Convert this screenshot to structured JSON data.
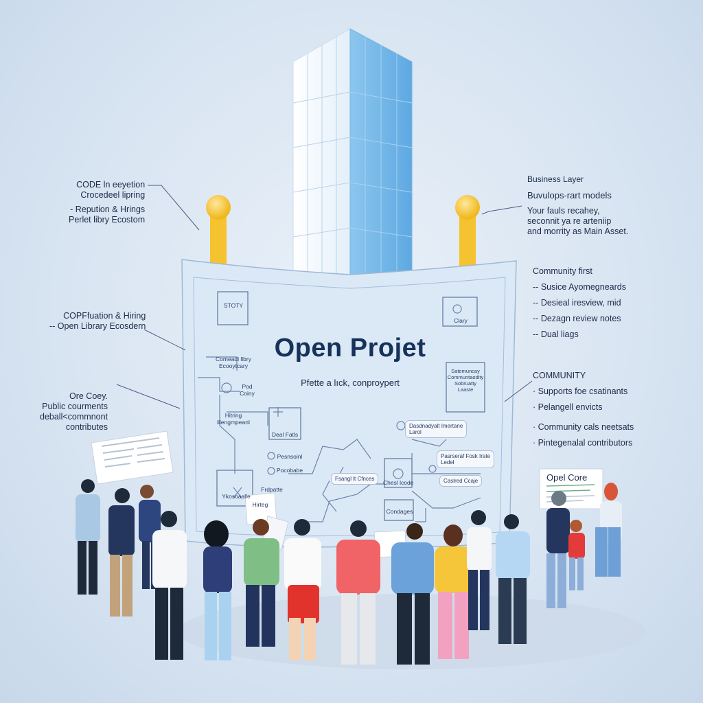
{
  "colors": {
    "background": "#dbe6f2",
    "tower": "#8ec6ee",
    "pillar": "#f5c230",
    "ink": "#1d2b4a",
    "title": "#17325a"
  },
  "icons": [
    "tower-icon",
    "pillar-icon",
    "blueprint-sheet",
    "person-icon",
    "sign-board"
  ],
  "poster": {
    "title": "Open Projet",
    "subtitle": "Pfette a lıck, conproypert",
    "boxes": {
      "story": "STOTY",
      "clary": "Clary",
      "dual": "Deal Fatls",
      "ecosys": "Comeadl llbry\nEcooytcary",
      "hiring": "Hitring\nlilengmpeanl",
      "pod": "Pod\nCoiny",
      "right_box": "Satemuncay\nCommuntaodity\nSobruatty\nLaaste",
      "pill_top": "Dasdnadyalt Imertane\nLarol",
      "pill_mid": "Pasrseraf Fosk Irate\nLedel",
      "pill_left": "Fsangl lt Cfnces",
      "cheel": "Chesl lcode",
      "cashed": "Caslred Ccaje",
      "condages": "Condages",
      "pesmi": "Pesnsoinl",
      "pocobabe": "Pocobabe",
      "frdpatte": "Frdpatte",
      "small_note": "Ykosoaalle",
      "hirtng": "Hirteg"
    }
  },
  "left_annotations": {
    "block1": {
      "line1": "CODE ln eeyetion",
      "line2": "Crocedeel lipring",
      "line3": "- Repution & Hrings",
      "line4": "Perlet libry Ecostom"
    },
    "block2": {
      "line1": "COPFfuation & Hiring",
      "line2": "-- Open Library Ecosdern"
    },
    "block3": {
      "line1": "Ore Coey.",
      "line2": "Public courments",
      "line3": "deball<commnont",
      "line4": "contributes"
    }
  },
  "right_annotations": {
    "business": {
      "heading": "Business Layer",
      "line1": "Buvulops-rart models",
      "line2": "Your fauls recahey,",
      "line3": "seconnit ya re arteniip",
      "line4": "and morrity as Main Asset."
    },
    "community_first": {
      "heading": "Community first",
      "items": [
        "Susice Ayomegneards",
        "Desieal iresview, mid",
        "Dezagn review notes",
        "Dual liags"
      ]
    },
    "community": {
      "heading": "COMMUNITY",
      "items": [
        "Supports foe csatinants",
        "Pelangell envicts",
        "Community cals neetsats",
        "Pintegenalal contributors"
      ]
    }
  },
  "signs": {
    "right_sign": "Opel Core"
  }
}
